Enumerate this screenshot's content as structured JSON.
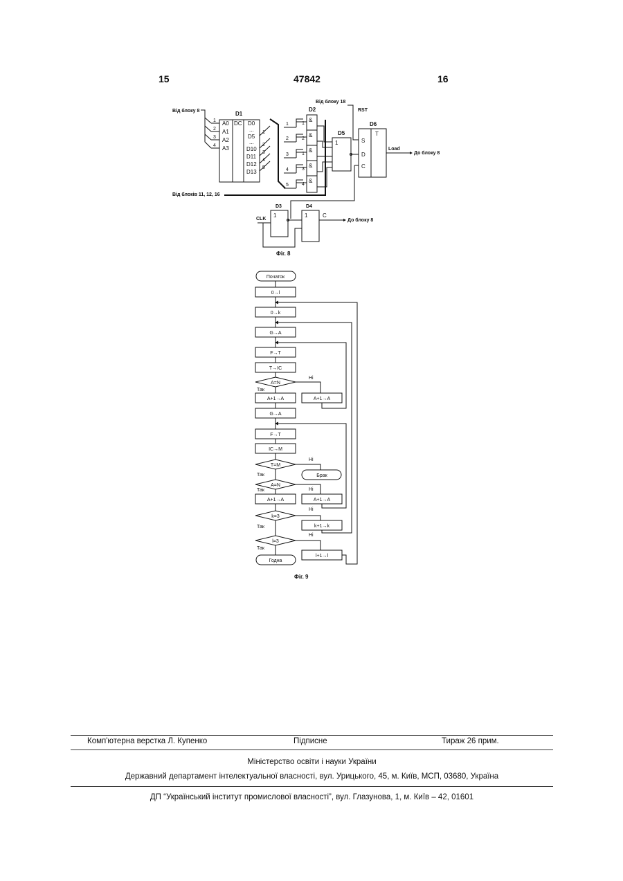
{
  "header": {
    "left_page": "15",
    "patent_number": "47842",
    "right_page": "16"
  },
  "fig8": {
    "caption": "Фіг. 8",
    "from_block_8": "Від блоку 8",
    "from_block_18": "Від блоку 18",
    "from_blocks_11_12_16": "Від блоків 11, 12, 16",
    "to_block_8_top": "До блоку 8",
    "to_block_8_bottom": "До блоку 8",
    "rst": "RST",
    "load": "Load",
    "clk": "CLK",
    "d1": {
      "name": "D1",
      "dc": "DC",
      "inputs": [
        "A0",
        "A1",
        "A2",
        "A3"
      ],
      "input_nums": [
        "1",
        "2",
        "3",
        "4"
      ],
      "outputs": [
        "D0",
        "...",
        "D5",
        "...",
        "D10",
        "D11",
        "D12",
        "D13"
      ],
      "output_nums": [
        "1",
        "2",
        "3",
        "4",
        "5"
      ]
    },
    "d2": {
      "name": "D2",
      "amp": "&",
      "bus_nums": [
        "1",
        "2",
        "3",
        "4",
        "5"
      ],
      "pin_nums": [
        "1",
        "2",
        "1",
        "3",
        "4"
      ]
    },
    "d5": {
      "name": "D5",
      "one": "1"
    },
    "d6": {
      "name": "D6",
      "t": "T",
      "s": "S",
      "d": "D",
      "c": "C"
    },
    "d3": {
      "name": "D3",
      "one": "1"
    },
    "d4": {
      "name": "D4",
      "one": "1",
      "c": "C"
    }
  },
  "fig9": {
    "caption": "Фіг. 9",
    "start": "Початок",
    "end": "Годна",
    "brak": "Брак",
    "yes": "Так",
    "no": "Ні",
    "steps": {
      "s1": "0→l",
      "s2": "0→k",
      "s3": "G→A",
      "s4": "F→T",
      "s5": "T→IC",
      "d1": "A=N",
      "s6": "A+1→A",
      "s6b": "A+1→A",
      "s7": "G→A",
      "s8": "F→T",
      "s9": "IC→M",
      "d2": "T=M",
      "d3": "A=N",
      "s10": "A+1→A",
      "s10b": "A+1→A",
      "d4": "k=3",
      "s11": "k+1→k",
      "d5": "l=3",
      "s12": "l+1→l"
    }
  },
  "footer": {
    "layout": "Комп'ютерна верстка Л. Купенко",
    "signed": "Підписне",
    "circulation": "Тираж 26 прим.",
    "ministry": "Міністерство освіти і науки України",
    "department": "Державний департамент інтелектуальної власності, вул. Урицького, 45, м. Київ, МСП, 03680, Україна",
    "institute": "ДП “Український інститут промислової власності”, вул. Глазунова, 1, м. Київ – 42, 01601"
  }
}
